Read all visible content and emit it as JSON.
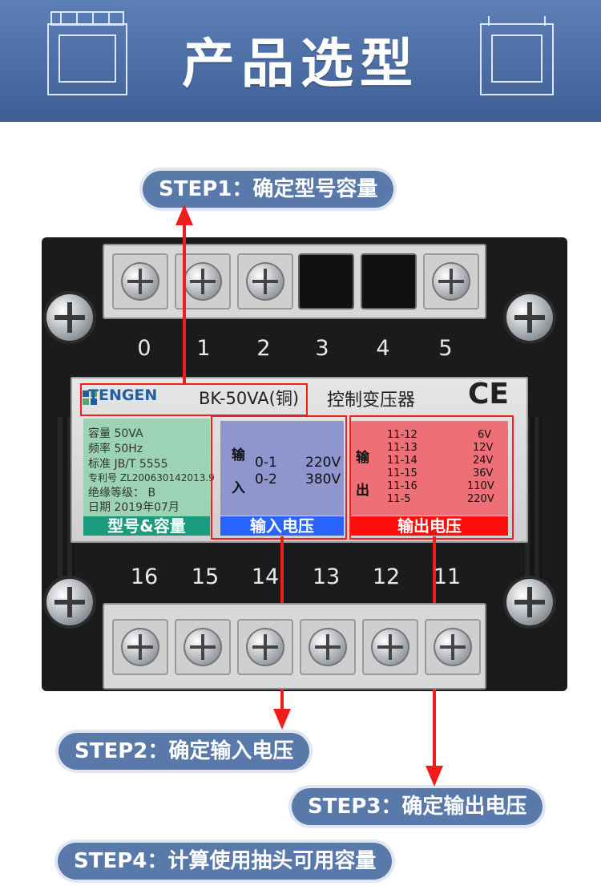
{
  "banner": {
    "title": "产品选型"
  },
  "steps": {
    "step1": "STEP1：确定型号容量",
    "step2": "STEP2：确定输入电压",
    "step3": "STEP3：确定输出电压",
    "step4": "STEP4：计算使用抽头可用容量"
  },
  "terminals_top": [
    "0",
    "1",
    "2",
    "3",
    "4",
    "5"
  ],
  "terminals_bottom": [
    "16",
    "15",
    "14",
    "13",
    "12",
    "11"
  ],
  "label": {
    "brand": "TENGEN",
    "model": "BK-50VA(铜)",
    "title": "控制变压器",
    "ce": "CE",
    "spec_lines": [
      "容量 50VA",
      "频率 50Hz",
      "标准 JB/T 5555",
      "专利号 ZL200630142013.9",
      "绝缘等级：   B",
      "日期 2019年07月"
    ],
    "input_title_1": "输",
    "input_title_2": "入",
    "input_rows": [
      {
        "terminals": "0-1",
        "voltage": "220V"
      },
      {
        "terminals": "0-2",
        "voltage": "380V"
      }
    ],
    "output_title_1": "输",
    "output_title_2": "出",
    "output_rows": [
      {
        "terminals": "11-12",
        "voltage": "6V"
      },
      {
        "terminals": "11-13",
        "voltage": "12V"
      },
      {
        "terminals": "11-14",
        "voltage": "24V"
      },
      {
        "terminals": "11-15",
        "voltage": "36V"
      },
      {
        "terminals": "11-16",
        "voltage": "110V"
      },
      {
        "terminals": "11-5",
        "voltage": "220V"
      }
    ],
    "captions": {
      "model_capacity": "型号&容量",
      "input_voltage": "输入电压",
      "output_voltage": "输出电压"
    }
  },
  "colors": {
    "banner": "#4c6ea6",
    "step_pill": "#5a79ab",
    "spec_panel": "#9bd3b4",
    "input_panel": "#8f95cd",
    "output_panel": "#ef6f77",
    "caption_green": "#1b9b7d",
    "caption_blue": "#2a64ff",
    "caption_red": "#ff0d0d",
    "highlight": "#ef1f1f"
  }
}
